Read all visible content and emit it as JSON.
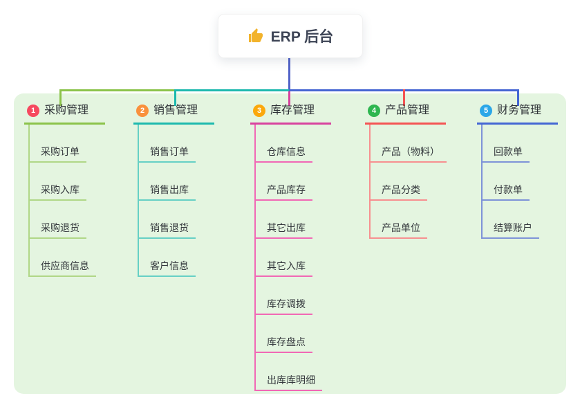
{
  "root": {
    "title": "ERP 后台",
    "icon": "thumbs-up-icon",
    "icon_color": "#f2b32c"
  },
  "branches": [
    {
      "badge": "1",
      "label": "采购管理",
      "badge_color": "#f6495f",
      "main_color": "#8bc34a",
      "child_color": "#b0d787",
      "children": [
        "采购订单",
        "采购入库",
        "采购退货",
        "供应商信息"
      ]
    },
    {
      "badge": "2",
      "label": "销售管理",
      "badge_color": "#f9913d",
      "main_color": "#1db9ae",
      "child_color": "#66d0c5",
      "children": [
        "销售订单",
        "销售出库",
        "销售退货",
        "客户信息"
      ]
    },
    {
      "badge": "3",
      "label": "库存管理",
      "badge_color": "#fba80d",
      "main_color": "#d8429e",
      "child_color": "#f168b5",
      "children": [
        "仓库信息",
        "产品库存",
        "其它出库",
        "其它入库",
        "库存调拨",
        "库存盘点",
        "出库库明细"
      ]
    },
    {
      "badge": "4",
      "label": "产品管理",
      "badge_color": "#2eb650",
      "main_color": "#f45353",
      "child_color": "#f79090",
      "children": [
        "产品（物料）",
        "产品分类",
        "产品单位"
      ]
    },
    {
      "badge": "5",
      "label": "财务管理",
      "badge_color": "#2ba7e8",
      "main_color": "#4366d4",
      "child_color": "#7e93d8",
      "children": [
        "回款单",
        "付款单",
        "结算账户"
      ]
    }
  ],
  "colors": {
    "panel_bg": "#e4f5e0",
    "root_stem": "#5263c8",
    "bus_blue": "#4565d2"
  }
}
